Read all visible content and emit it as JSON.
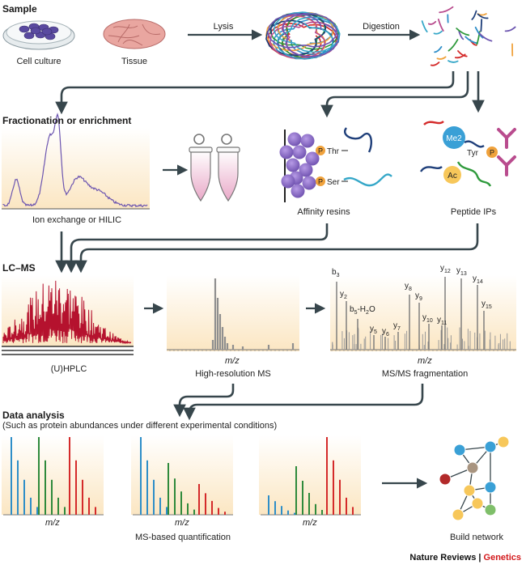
{
  "sections": {
    "sample": "Sample",
    "fractionation": "Fractionation or enrichment",
    "lcms": "LC–MS",
    "analysis": "Data analysis",
    "analysis_sub": "(Such as protein abundances under different experimental conditions)"
  },
  "labels": {
    "cell_culture": "Cell culture",
    "tissue": "Tissue",
    "lysis": "Lysis",
    "digestion": "Digestion",
    "ion_exchange": "Ion exchange or HILIC",
    "affinity_resins": "Affinity resins",
    "peptide_ips": "Peptide IPs",
    "uhplc": "(U)HPLC",
    "high_res_ms": "High-resolution MS",
    "msms": "MS/MS fragmentation",
    "ms_quant": "MS-based quantification",
    "build_network": "Build network",
    "mz": "m/z"
  },
  "mods": {
    "thr": "Thr",
    "ser": "Ser",
    "p": "P",
    "me2": "Me2",
    "ac": "Ac",
    "tyr": "Tyr"
  },
  "peaks": {
    "b3": "b",
    "b3_sub": "3",
    "y2": "y",
    "y2_sub": "2",
    "b5": "b",
    "b5_sub": "5",
    "b5_tail": "-H",
    "b5_sub2": "2",
    "b5_tail2": "O",
    "y5": "y",
    "y5_sub": "5",
    "y6": "y",
    "y6_sub": "6",
    "y7": "y",
    "y7_sub": "7",
    "y8": "y",
    "y8_sub": "8",
    "y9": "y",
    "y9_sub": "9",
    "y10": "y",
    "y10_sub": "10",
    "y11": "y",
    "y11_sub": "11",
    "y12": "y",
    "y12_sub": "12",
    "y13": "y",
    "y13_sub": "13",
    "y14": "y",
    "y14_sub": "14",
    "y15": "y",
    "y15_sub": "15"
  },
  "footer": {
    "journal": "Nature Reviews",
    "sep": " | ",
    "section": "Genetics"
  },
  "colors": {
    "panel_bg": "#fdf0d8",
    "arrow": "#37464c",
    "trace_purple": "#6c55b0",
    "trace_red": "#b5122e",
    "bead": "#8c6cc6",
    "phospho": "#f0a23c",
    "quant_blue": "#2e8ec8",
    "quant_green": "#2f8a3c",
    "quant_red": "#d42a2a",
    "brand_red": "#d3191c"
  }
}
